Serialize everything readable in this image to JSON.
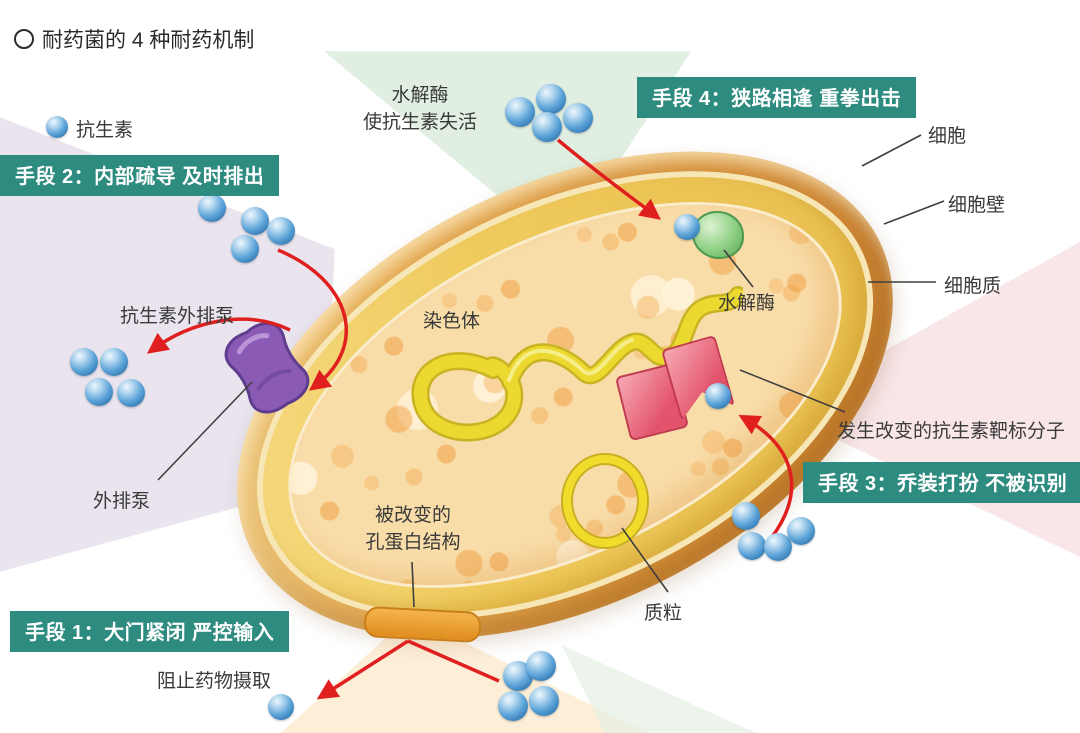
{
  "title": {
    "text": "耐药菌的 4 种耐药机制"
  },
  "legend": {
    "antibiotic": "抗生素"
  },
  "banners": {
    "b1": "手段 1：大门紧闭 严控输入",
    "b2": "手段 2：内部疏导 及时排出",
    "b3": "手段 3：乔装打扮 不被识别",
    "b4": "手段 4：狭路相逢 重拳出击"
  },
  "labels": {
    "hydrolase_caption_line1": "水解酶",
    "hydrolase_caption_line2": "使抗生素失活",
    "cell": "细胞",
    "cell_wall": "细胞壁",
    "cytoplasm": "细胞质",
    "antibiotic_efflux_pump": "抗生素外排泵",
    "chromosome": "染色体",
    "hydrolase": "水解酶",
    "altered_target": "发生改变的抗生素靶标分子",
    "efflux_pump": "外排泵",
    "porin_line1": "被改变的",
    "porin_line2": "孔蛋白结构",
    "plasmid": "质粒",
    "block_uptake": "阻止药物摄取"
  },
  "icons": {
    "title_ring": "circle-outline-icon",
    "antibiotic_sphere": "blue-sphere-icon"
  },
  "colors": {
    "banner_bg": "#2e8b7f",
    "banner_text": "#ffffff",
    "antibiotic_blue": "#3e8ecb",
    "membrane_orange": "#d6923b",
    "cell_wall_yellow": "#efca5c",
    "cytoplasm_tan": "#f9dda9",
    "pump_purple": "#8a5ab4",
    "enzyme_green": "#8ecf83",
    "target_pink": "#e3536b",
    "dna_yellow": "#ecd92f",
    "arrow_red": "#e01f1f"
  }
}
